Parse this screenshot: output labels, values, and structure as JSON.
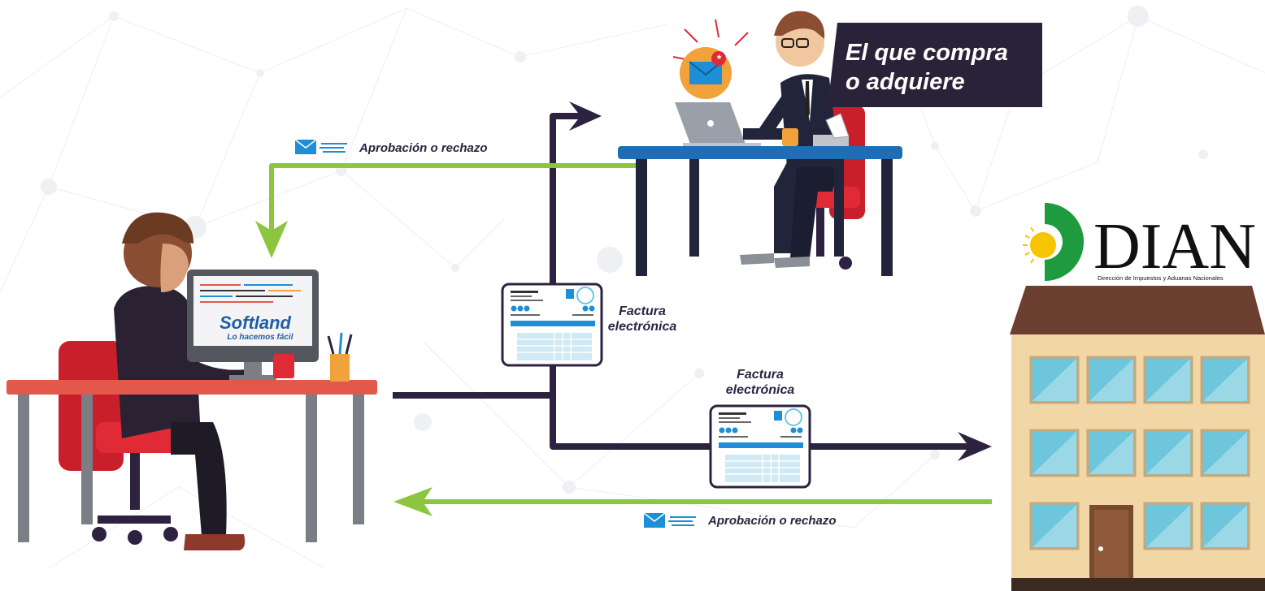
{
  "title_banner": {
    "line1": "El que compra",
    "line2": "o adquiere"
  },
  "labels": {
    "approval_top": "Aprobación o rechazo",
    "approval_bottom": "Aprobación o rechazo",
    "invoice_1_line1": "Factura",
    "invoice_1_line2": "electrónica",
    "invoice_2_line1": "Factura",
    "invoice_2_line2": "electrónica"
  },
  "monitor": {
    "brand": "Softland",
    "tagline": "Lo hacemos fácil"
  },
  "dian": {
    "name": "DIAN",
    "subtitle": "Dirección de Impuestos y Aduanas Nacionales"
  },
  "colors": {
    "dark_line": "#2d2340",
    "green_line": "#8cc63f",
    "banner": "#2a2238",
    "desk_blue": "#1f6eb5",
    "desk_red": "#e2584a",
    "chair_red": "#e02a35",
    "building": "#f2d7a6",
    "roof": "#6b4030",
    "window": "#6ec6dc",
    "envelope": "#1e8fd6"
  }
}
